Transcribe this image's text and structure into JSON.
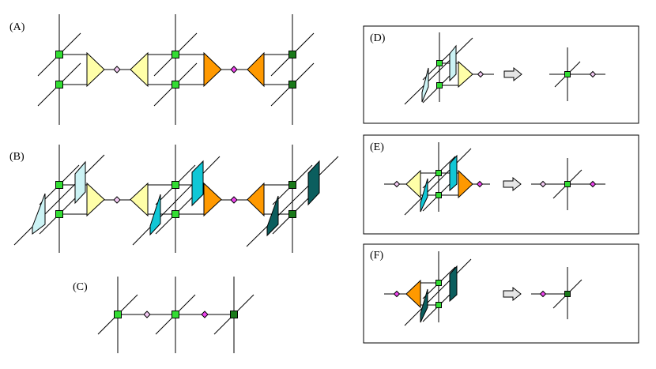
{
  "panels": [
    {
      "id": "A",
      "label": "(A)"
    },
    {
      "id": "B",
      "label": "(B)"
    },
    {
      "id": "C",
      "label": "(C)"
    },
    {
      "id": "D",
      "label": "(D)"
    },
    {
      "id": "E",
      "label": "(E)"
    },
    {
      "id": "F",
      "label": "(F)"
    }
  ],
  "colors": {
    "node_light": "#33dd33",
    "node_dark": "#1a7a1a",
    "diamond": "#ee44ee",
    "diamond_light": "#f2c8f2",
    "tri_light": "#ffffa8",
    "tri_orange": "#ff9900",
    "para_light": "#ccf3f5",
    "para_cyan": "#11c7d6",
    "para_dark": "#0b5e5e",
    "arrow_fill": "#e6e6e6"
  }
}
